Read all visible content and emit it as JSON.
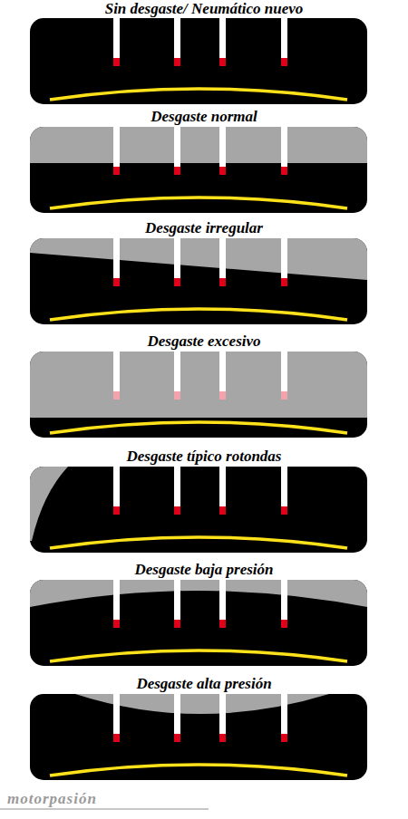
{
  "diagram": {
    "nodes": [
      {
        "text": [
          "Sin desgaste/ Neumático nuevo"
        ]
      },
      {
        "text": [
          "Desgaste normal"
        ]
      },
      {
        "text": [
          "Desgaste irregular"
        ]
      },
      {
        "text": [
          "Desgaste excesivo"
        ]
      },
      {
        "text": [
          "Desgaste típico rotondas"
        ]
      },
      {
        "text": [
          "Desgaste baja presión"
        ]
      },
      {
        "text": [
          "Desgaste alta presión"
        ]
      }
    ],
    "labels": [
      "motorpasión"
    ]
  }
}
